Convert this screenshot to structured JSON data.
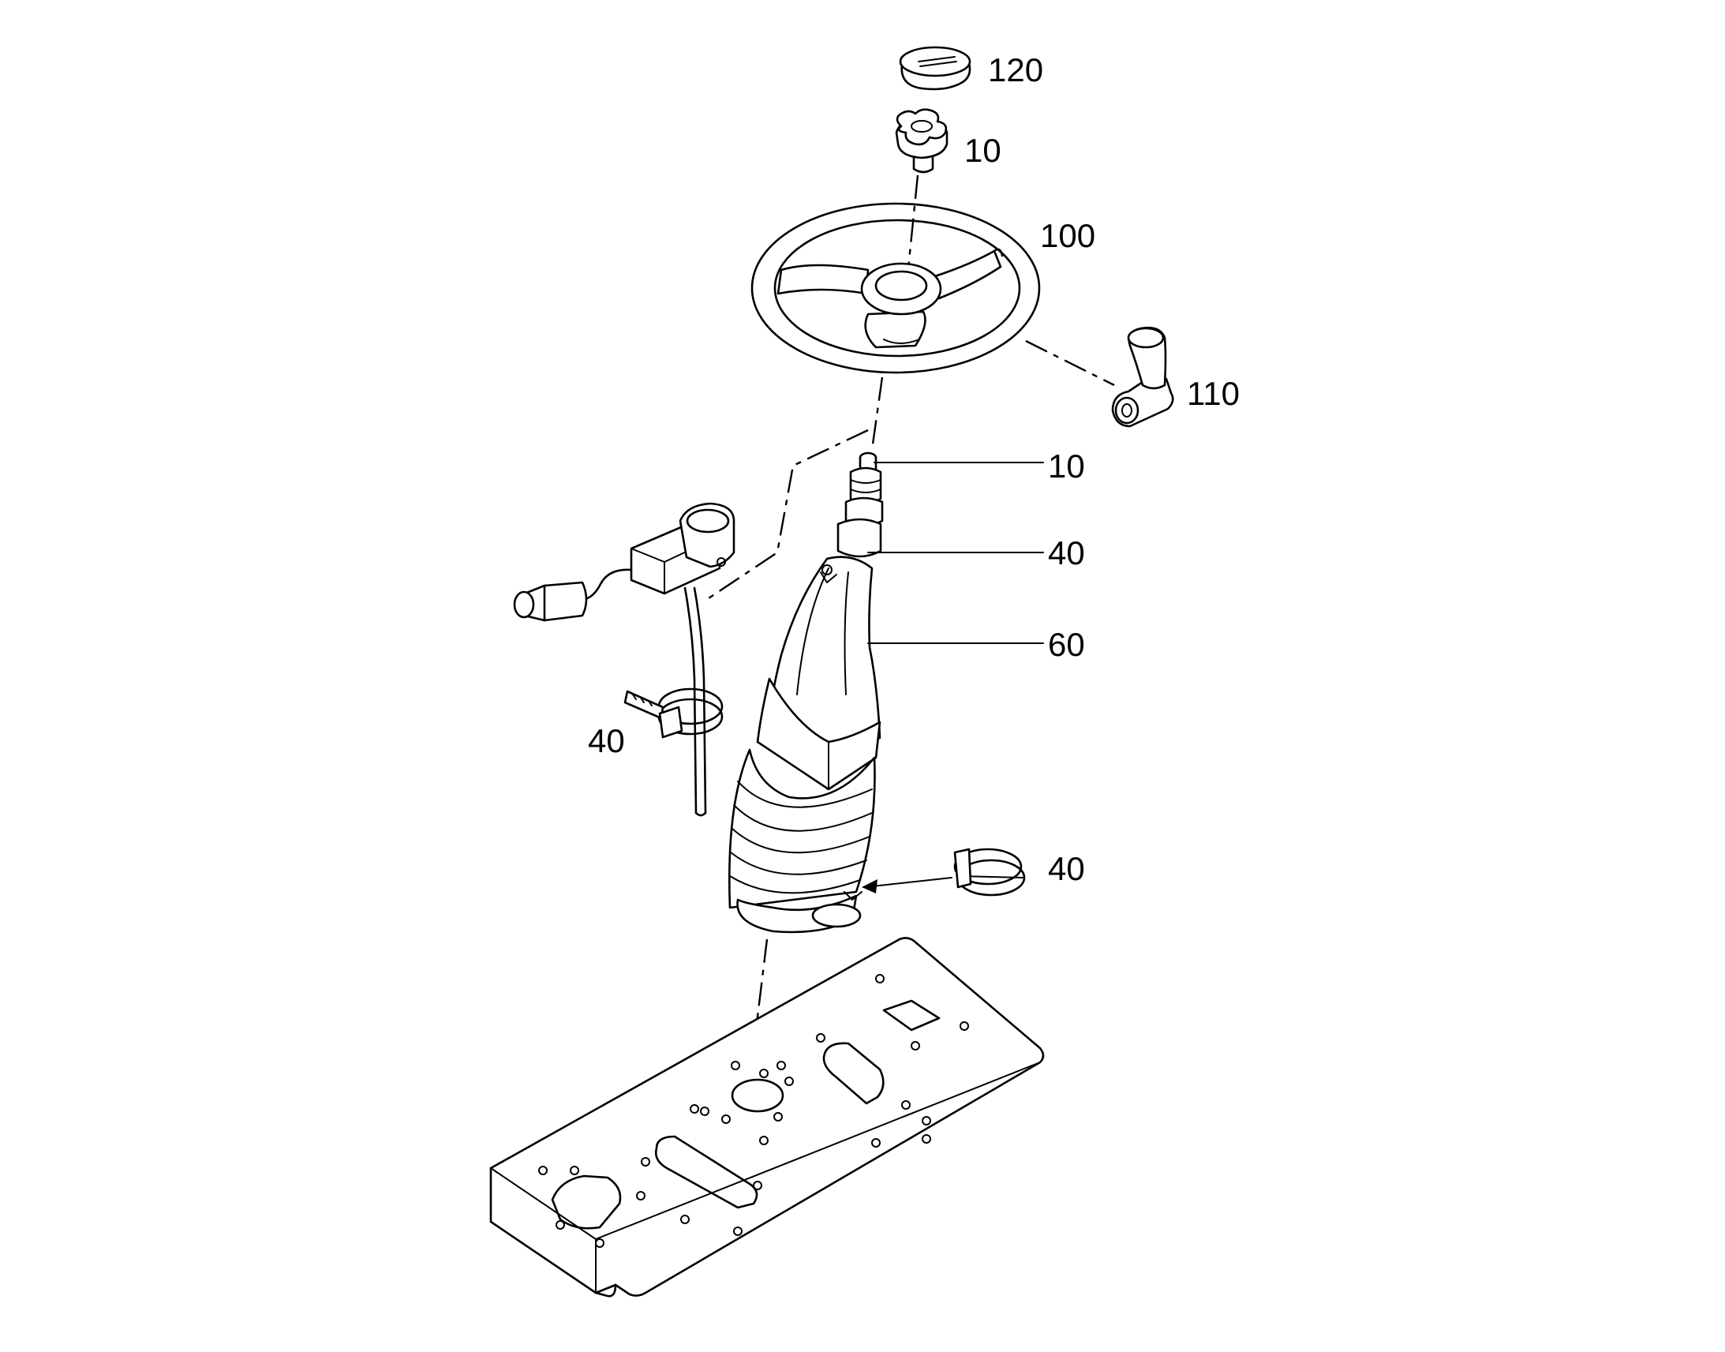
{
  "callouts": {
    "cap": "120",
    "knob_top": "10",
    "wheel": "100",
    "spinner_knob": "110",
    "shaft_part": "10",
    "upper_clip": "40",
    "column": "60",
    "cable_tie": "40",
    "hose_clamp": "40"
  },
  "colors": {
    "line": "#000000",
    "background": "#ffffff"
  }
}
